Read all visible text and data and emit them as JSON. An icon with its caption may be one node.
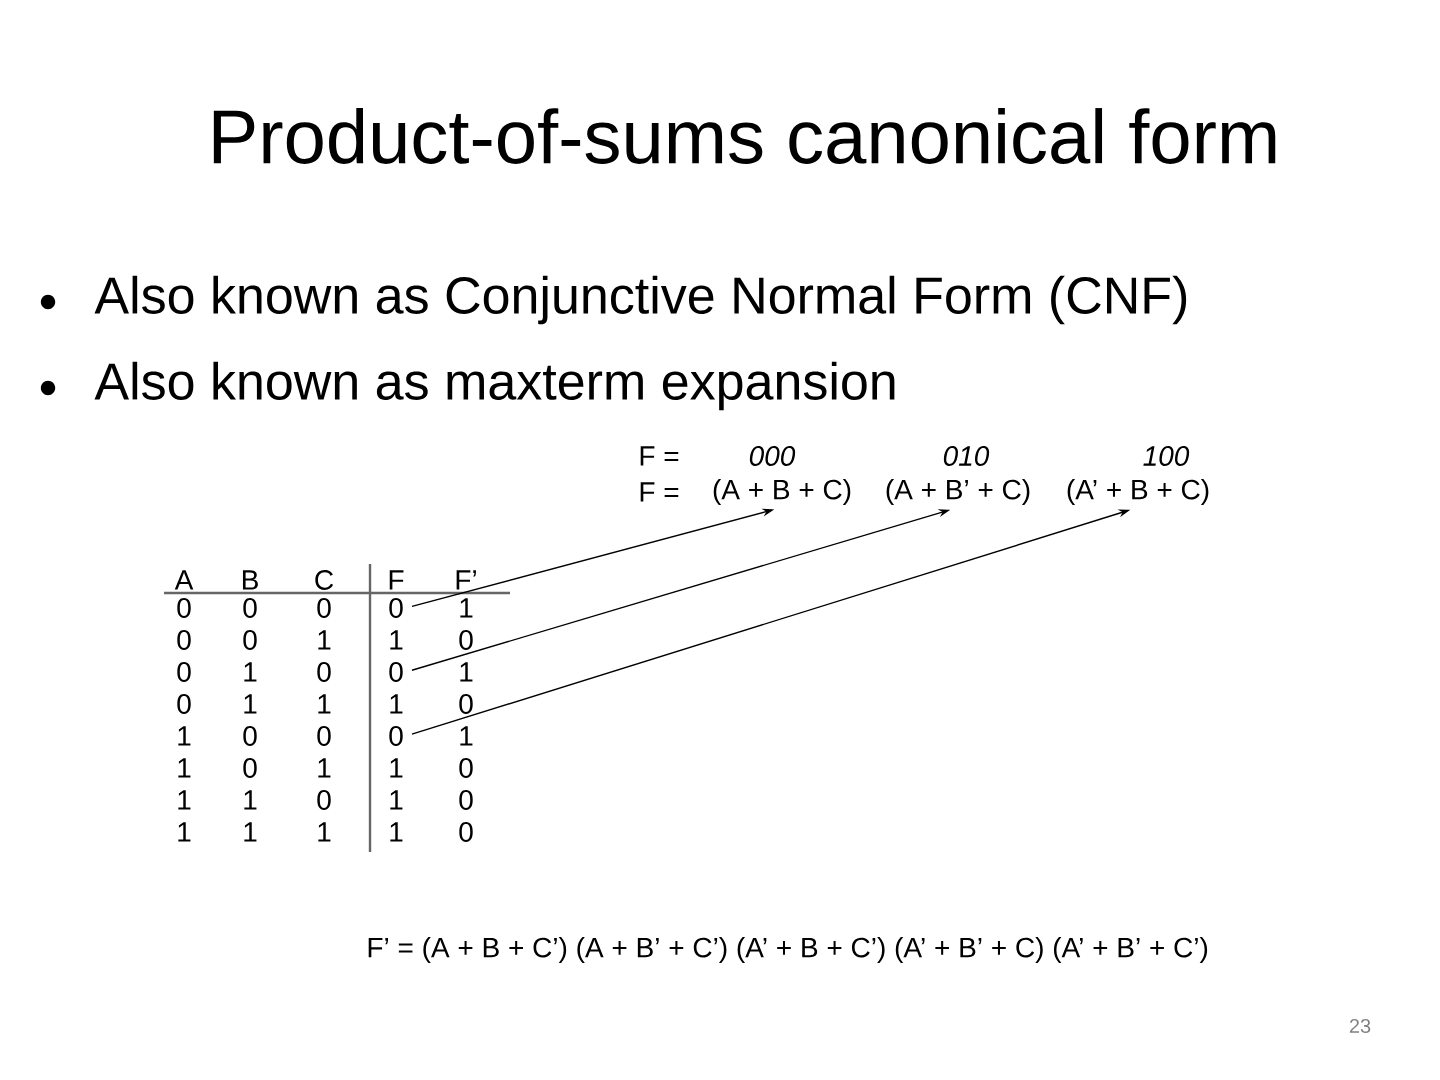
{
  "diagram": {
    "title": "Product-of-sums canonical form",
    "nodes": [
      {
        "text": [
          "0"
        ]
      },
      {
        "text": [
          "0"
        ]
      },
      {
        "text": [
          "0"
        ]
      },
      {
        "text": [
          "(A + B + C)"
        ]
      },
      {
        "text": [
          "(A + B’ + C)"
        ]
      },
      {
        "text": [
          "(A’ + B + C)"
        ]
      }
    ],
    "edges": [
      {
        "from": 0,
        "to": 3,
        "arrow": "to"
      },
      {
        "from": 1,
        "to": 4,
        "arrow": "to"
      },
      {
        "from": 2,
        "to": 5,
        "arrow": "to"
      }
    ],
    "labels": [
      "Also known as Conjunctive Normal Form (CNF)",
      "Also known as maxterm expansion",
      "F =",
      "000",
      "010",
      "100",
      "F =",
      "A",
      "B",
      "C",
      "F",
      "F’",
      "0",
      "0",
      "0",
      "1",
      "0",
      "0",
      "1",
      "1",
      "0",
      "0",
      "1",
      "0",
      "1",
      "0",
      "1",
      "1",
      "1",
      "0",
      "1",
      "0",
      "0",
      "1",
      "1",
      "0",
      "1",
      "1",
      "0",
      "1",
      "1",
      "0",
      "1",
      "0",
      "1",
      "1",
      "1",
      "1",
      "0",
      "F’ = (A + B + C’) (A + B’ + C’) (A’ + B + C’) (A’ + B’ + C) (A’ + B’ + C’)",
      "23"
    ]
  }
}
